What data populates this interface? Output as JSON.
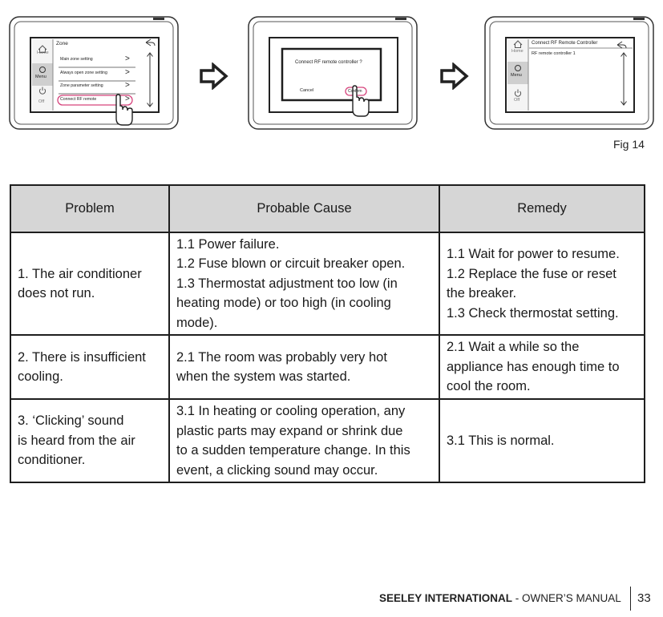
{
  "figure": {
    "caption": "Fig 14",
    "screen1": {
      "side": [
        "Home",
        "Menu",
        "Off"
      ],
      "title": "Zone",
      "items": [
        "Main zone setting",
        "Always open zone setting",
        "Zone parameter setting",
        "Connect RF remote"
      ],
      "chevron": ">"
    },
    "screen2": {
      "message": "Connect RF remote controller ?",
      "cancel": "Cancel",
      "confirm": "Confirm"
    },
    "screen3": {
      "side": [
        "Home",
        "Menu",
        "Off"
      ],
      "title": "Connect RF Remote Controller",
      "item": "RF remote controller 1"
    }
  },
  "table": {
    "headers": [
      "Problem",
      "Probable Cause",
      "Remedy"
    ],
    "rows": [
      {
        "problem": [
          "1. The air conditioner",
          "does not run."
        ],
        "cause": [
          "1.1 Power failure.",
          "1.2 Fuse blown or circuit breaker open.",
          "1.3 Thermostat adjustment too low (in",
          "heating mode) or too high (in cooling",
          "mode)."
        ],
        "remedy": [
          "1.1 Wait for power to resume.",
          "1.2 Replace the fuse or reset",
          "the breaker.",
          "1.3 Check thermostat setting."
        ]
      },
      {
        "problem": [
          "2. There is insufficient",
          "cooling."
        ],
        "cause": [
          "2.1 The room was probably very hot",
          "when the system was started."
        ],
        "remedy": [
          "2.1 Wait a while so the",
          "appliance has enough time to",
          "cool the room."
        ]
      },
      {
        "problem": [
          "3. ‘Clicking’ sound",
          "is heard from the air",
          "conditioner."
        ],
        "cause": [
          "3.1 In heating or cooling operation, any",
          "plastic parts may expand or shrink due",
          "to a sudden temperature change. In this",
          "event, a clicking sound may occur."
        ],
        "remedy": [
          "3.1 This is normal."
        ]
      }
    ]
  },
  "footer": {
    "brand": "SEELEY INTERNATIONAL",
    "rest": " - OWNER’S MANUAL",
    "page": "33"
  }
}
